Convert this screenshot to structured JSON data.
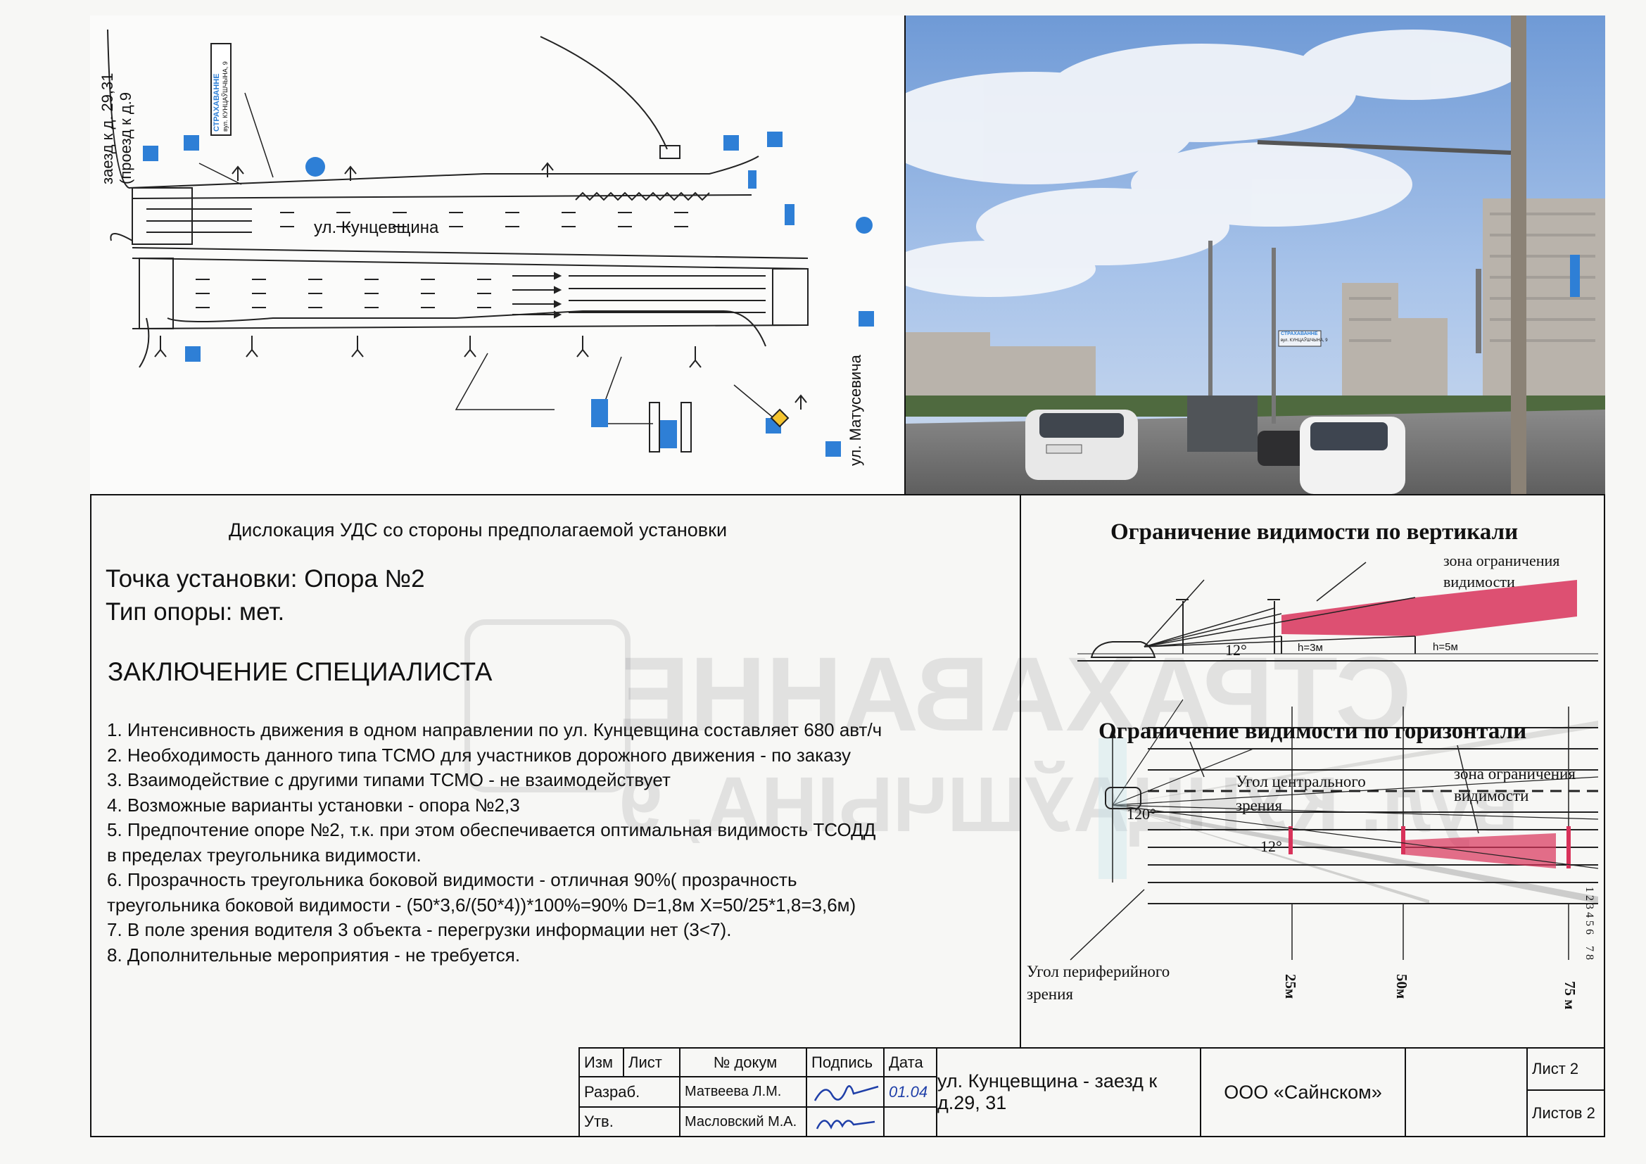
{
  "map": {
    "street_label": "ул. Кунцевщина",
    "side_street_label": "ул. Матусевича",
    "entrance_label_1": "заезд к д. 29,31",
    "entrance_label_2": "(проезд к д.9",
    "sign_text_1": "СТРАХАВАННЕ",
    "sign_text_2": "вул. КУНЦАЎШЧЫНА, 9"
  },
  "photo": {
    "sign_text_1": "СТРАХАВАННЕ",
    "sign_text_2": "вул. КУНЦАЎШЧЫНА, 9"
  },
  "main": {
    "caption": "Дислокация УДС со стороны предполагаемой установки",
    "install_point": "Точка установки: Опора №2",
    "pole_type": "Тип опоры: мет.",
    "conclusion_title": "ЗАКЛЮЧЕНИЕ СПЕЦИАЛИСТА",
    "items": [
      "1. Интенсивность движения в одном направлении  по ул. Кунцевщина составляет 680 авт/ч",
      "2. Необходимость данного типа ТСМО для участников дорожного движения - по заказу",
      "3. Взаимодействие с другими типами ТСМО - не взаимодействует",
      "4. Возможные варианты установки - опора №2,3",
      "5. Предпочтение опоре №2, т.к. при этом обеспечивается оптимальная видимость ТСОДД",
      "в пределах треугольника видимости.",
      "6. Прозрачность треугольника боковой видимости -  отличная 90%( прозрачность",
      "треугольника боковой видимости - (50*3,6/(50*4))*100%=90% D=1,8м X=50/25*1,8=3,6м)",
      "7. В поле зрения водителя 3 объекта - перегрузки информации нет (3<7).",
      "8. Дополнительные мероприятия - не требуется."
    ]
  },
  "vertical": {
    "title": "Ограничение видимости по вертикали",
    "zone_label_1": "зона ограничения",
    "zone_label_2": "видимости",
    "angle": "12°",
    "h1": "h=3м",
    "h2": "h=5м"
  },
  "horizontal": {
    "title": "Ограничение видимости по горизонтали",
    "central_label_1": "Угол центрального",
    "central_label_2": "зрения",
    "zone_label_1": "зона ограничения",
    "zone_label_2": "видимости",
    "angle_wide": "120°",
    "angle_narrow": "12°",
    "peripheral_label_1": "Угол периферийного",
    "peripheral_label_2": "зрения",
    "dist_25": "25м",
    "dist_50": "50м",
    "dist_75": "75 м",
    "lane_numbers": "1 2 3 4 5 6",
    "lane_numbers_b": "7 8"
  },
  "stamp": {
    "h_izm": "Изм",
    "h_list": "Лист",
    "h_doc": "№ докум",
    "h_sign": "Подпись",
    "h_date": "Дата",
    "r1_role": "Разраб.",
    "r1_name": "Матвеева Л.М.",
    "r1_date": "01.04",
    "r2_role": "Утв.",
    "r2_name": "Масловский М.А.",
    "object": "ул. Кунцевщина - заезд к д.29, 31",
    "company": "ООО «Сайнском»",
    "sheet": "Лист 2",
    "sheets": "Листов 2"
  },
  "colors": {
    "zone": "#d8325a",
    "sign_blue": "#2e7fd6"
  }
}
